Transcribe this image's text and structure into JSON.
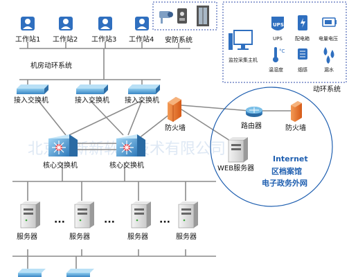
{
  "workstations": [
    "工作站1",
    "工作站2",
    "工作站3",
    "工作站4"
  ],
  "security_label": "安防系统",
  "machine_room_label": "机房动环系统",
  "access_switches": [
    "接入交换机",
    "接入交换机",
    "接入交换机"
  ],
  "firewall_left": "防火墙",
  "core_switches": [
    "核心交换机",
    "核心交换机"
  ],
  "servers": [
    "服务器",
    "服务器",
    "服务器",
    "服务器"
  ],
  "dots": "···",
  "web_server": "WEB服务器",
  "router": "路由器",
  "firewall_right": "防火墙",
  "internet": {
    "line1": "Internet",
    "line2": "区档案馆",
    "line3": "电子政务外网"
  },
  "env_box": {
    "host": "监控采集主机",
    "ups": "UPS",
    "power_distribution": "配电箱",
    "battery_voltage": "电量电压",
    "temp_humidity": "温湿度",
    "smoke": "烟感",
    "leak": "漏水",
    "ups_icon_text": "UPS",
    "temp_icon_text": "°C",
    "title": "动环系统"
  },
  "colors": {
    "accent_blue": "#1f5fb0",
    "user_blue": "#2f6fbf",
    "switch_blue": "#5aa7d8",
    "firewall_orange": "#e9722a",
    "dashed_border": "#2b49a8"
  }
}
